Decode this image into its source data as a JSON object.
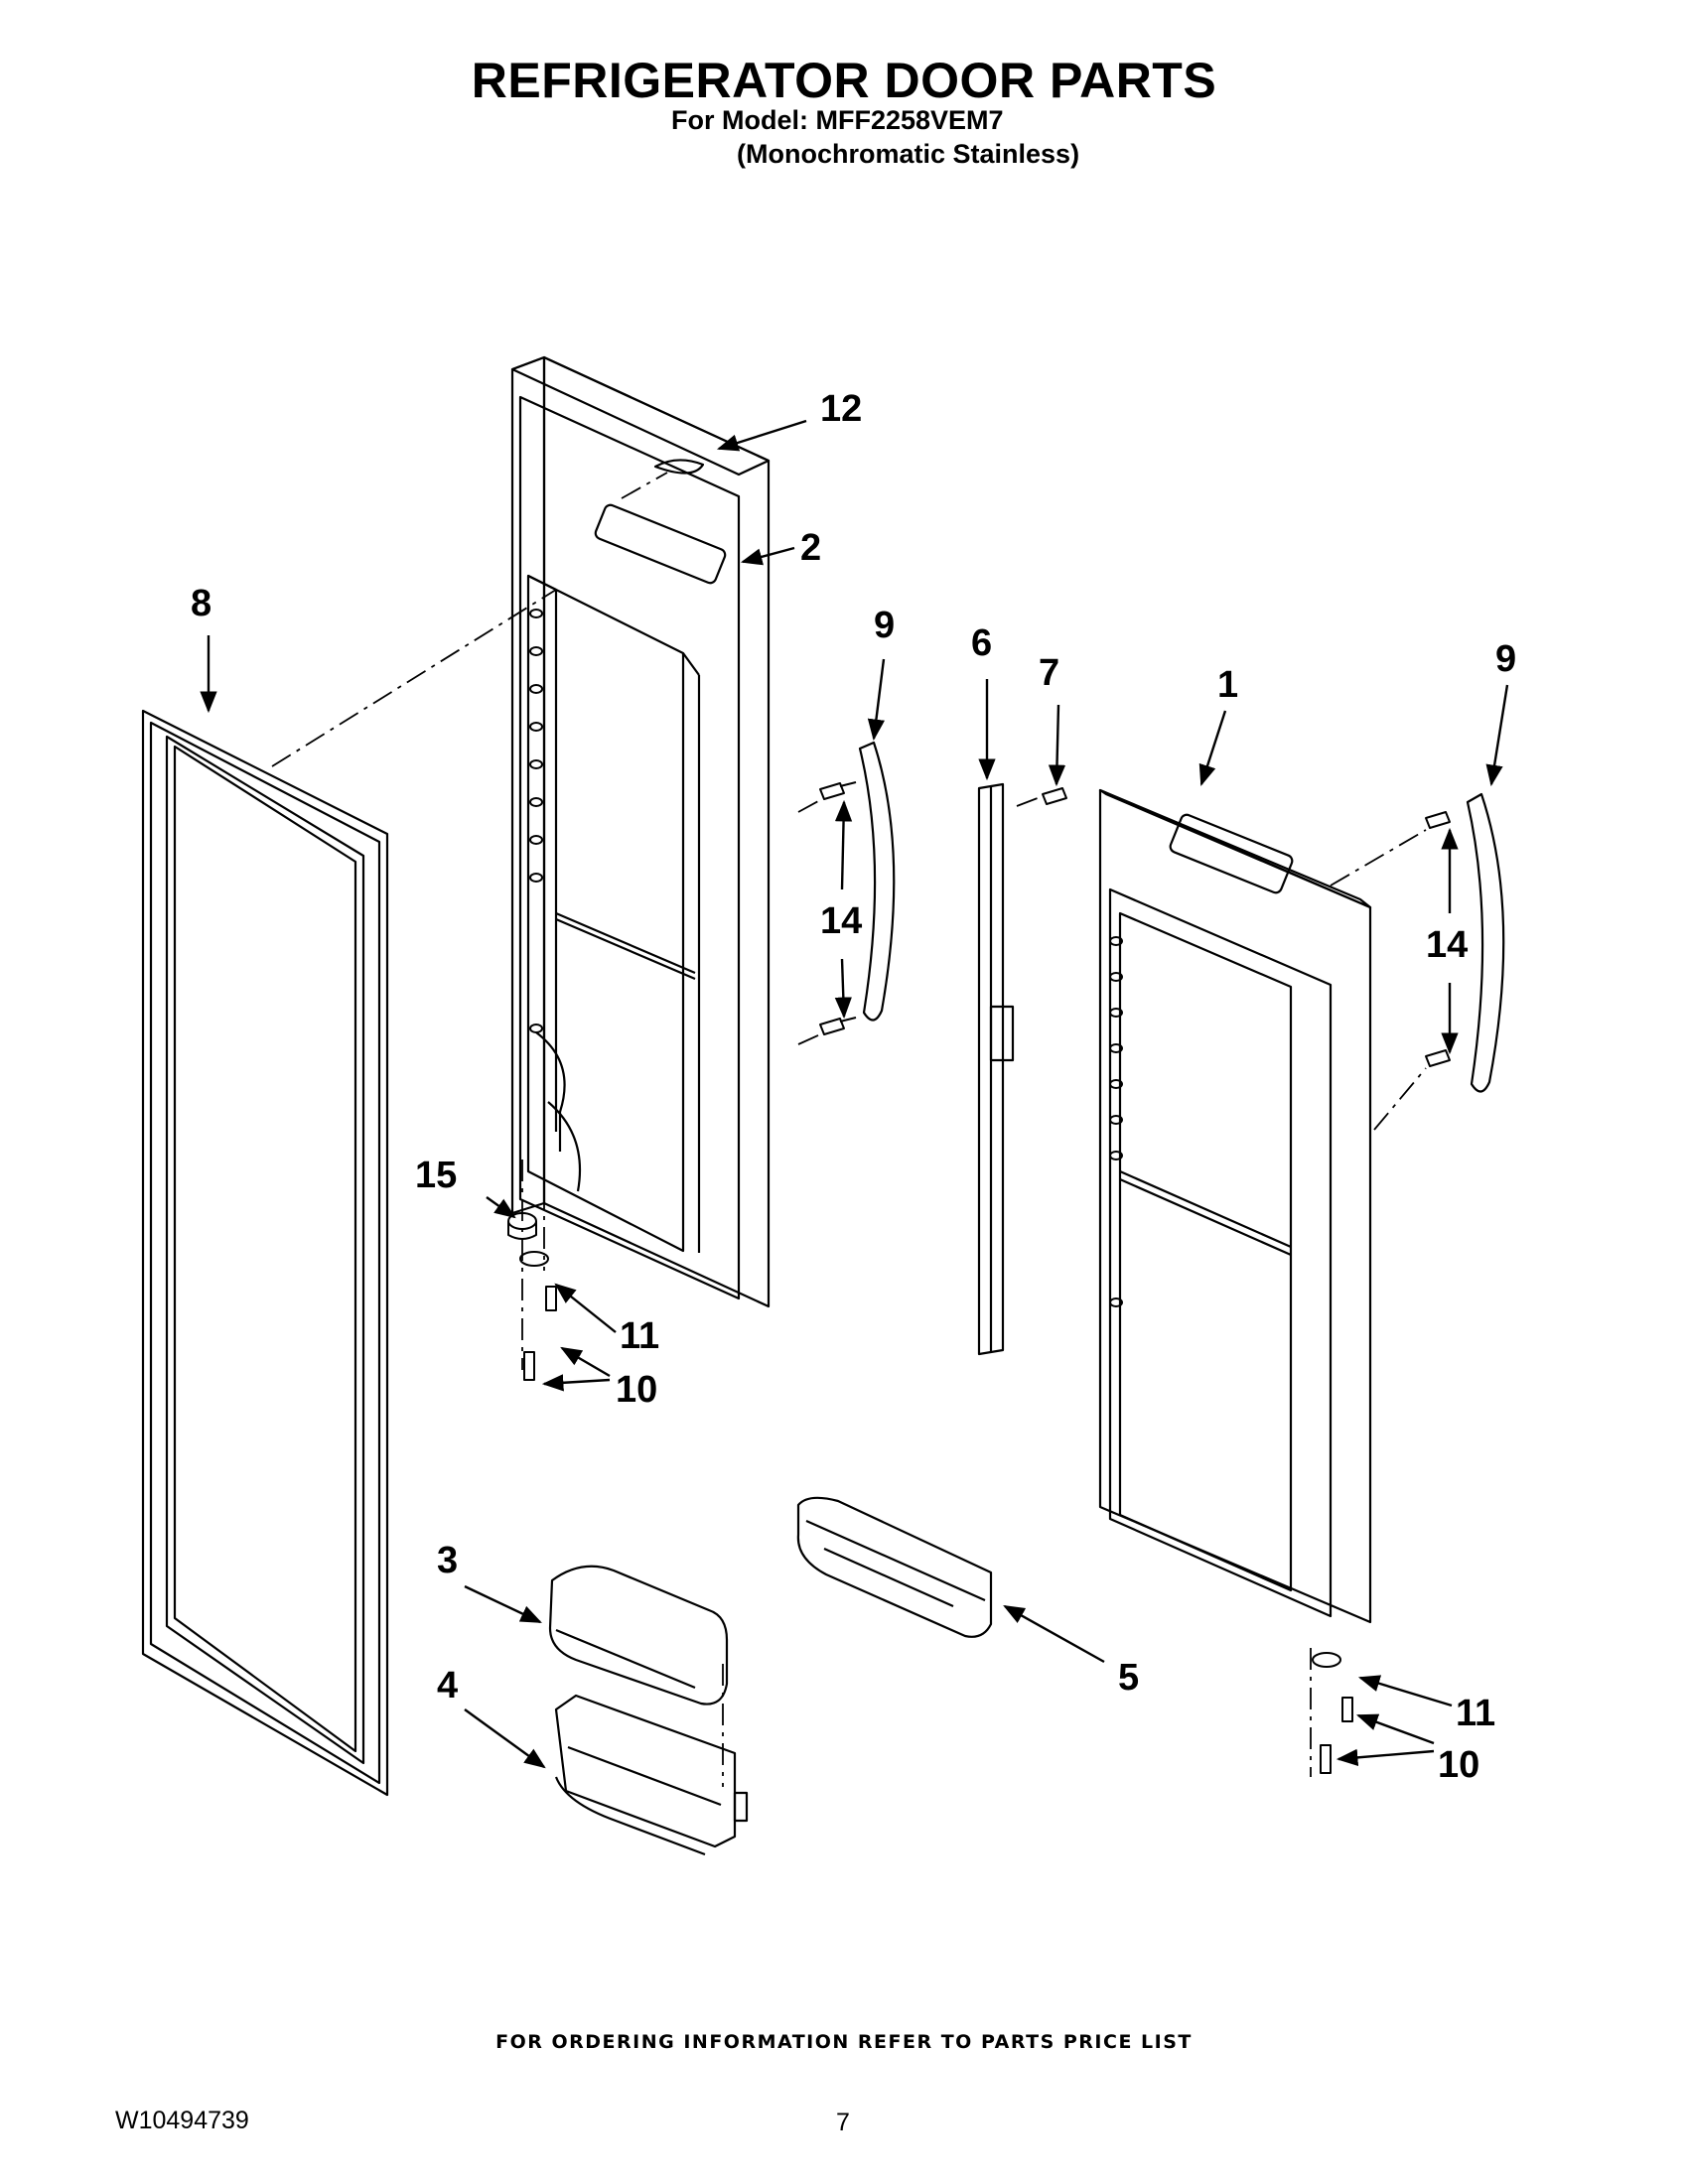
{
  "header": {
    "title": "REFRIGERATOR DOOR PARTS",
    "model_line": "For Model: MFF2258VEM7",
    "variant_line": "(Monochromatic Stainless)"
  },
  "callouts": {
    "c1": "1",
    "c2": "2",
    "c3": "3",
    "c4": "4",
    "c5": "5",
    "c6": "6",
    "c7": "7",
    "c8": "8",
    "c9a": "9",
    "c9b": "9",
    "c10a": "10",
    "c10b": "10",
    "c11a": "11",
    "c11b": "11",
    "c12": "12",
    "c14a": "14",
    "c14b": "14",
    "c15": "15"
  },
  "footer": {
    "ordering_note": "FOR ORDERING INFORMATION REFER TO PARTS PRICE LIST",
    "document_number": "W10494739",
    "page_number": "7"
  }
}
